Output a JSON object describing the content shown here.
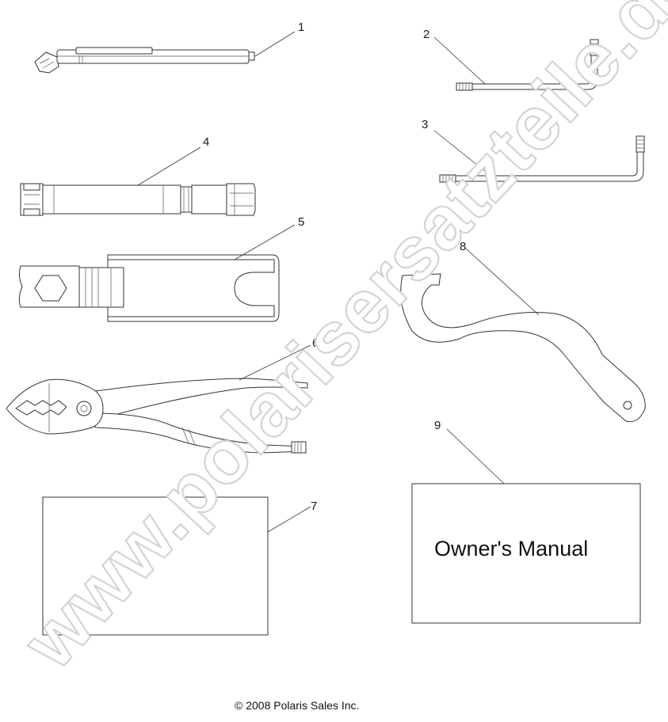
{
  "parts": [
    {
      "number": "1",
      "name": "tire-pressure-gauge"
    },
    {
      "number": "2",
      "name": "torx-key-short"
    },
    {
      "number": "3",
      "name": "torx-key-long"
    },
    {
      "number": "4",
      "name": "spark-plug-socket"
    },
    {
      "number": "5",
      "name": "open-end-wrench"
    },
    {
      "number": "6",
      "name": "pliers"
    },
    {
      "number": "7",
      "name": "document-blank"
    },
    {
      "number": "8",
      "name": "spanner-wrench"
    },
    {
      "number": "9",
      "name": "owners-manual"
    }
  ],
  "manual_label": "Owner's Manual",
  "watermark": "www.polarisersatzteile.de",
  "copyright": "© 2008 Polaris Sales Inc."
}
